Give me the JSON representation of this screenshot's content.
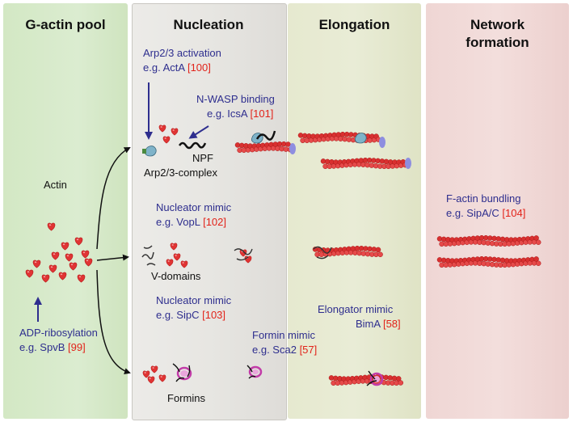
{
  "panels": {
    "gactin_title": "G-actin pool",
    "nucleation_title": "Nucleation",
    "elongation_title": "Elongation",
    "network_title_line1": "Network",
    "network_title_line2": "formation"
  },
  "labels": {
    "actin": "Actin",
    "adp_ribosylation": "ADP-ribosylation",
    "spvb_eg": "e.g. SpvB",
    "spvb_ref": "[99]",
    "arp23_activation": "Arp2/3 activation",
    "acta_eg": "e.g. ActA",
    "acta_ref": "[100]",
    "nwasp_binding": "N-WASP binding",
    "icsa_eg": "e.g. IcsA",
    "icsa_ref": "[101]",
    "npf": "NPF",
    "arp23_complex": "Arp2/3-complex",
    "nucleator_mimic_1": "Nucleator mimic",
    "vopl_eg": "e.g. VopL",
    "vopl_ref": "[102]",
    "v_domains": "V-domains",
    "nucleator_mimic_2": "Nucleator mimic",
    "sipc_eg": "e.g. SipC",
    "sipc_ref": "[103]",
    "formins": "Formins",
    "formin_mimic": "Formin mimic",
    "sca2_eg": "e.g. Sca2",
    "sca2_ref": "[57]",
    "elongator_mimic": "Elongator mimic",
    "bima_eg": "BimA",
    "bima_ref": "[58]",
    "factin_bundling": "F-actin bundling",
    "sipac_eg": "e.g. SipA/C",
    "sipac_ref": "[104]"
  },
  "colors": {
    "label_blue": "#2e2e8e",
    "ref_red": "#e2231a",
    "actin_red": "#e03030",
    "arrow_blue": "#2e2e8e"
  },
  "icons": [
    "actin-monomer-icon",
    "arp23-complex-icon",
    "npf-icon",
    "v-domain-icon",
    "formin-ring-icon",
    "actin-filament-icon"
  ]
}
